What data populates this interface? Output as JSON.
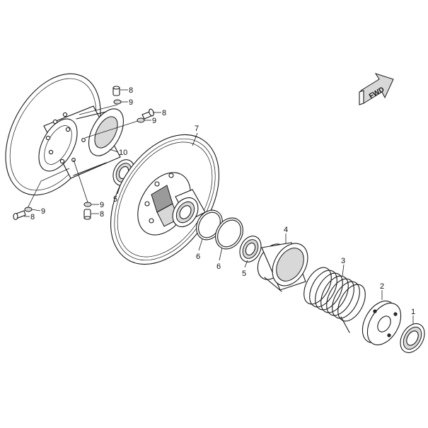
{
  "fwd_label": "FWD",
  "callouts": {
    "c1": "1",
    "c2": "2",
    "c3": "3",
    "c4": "4",
    "c5a": "5",
    "c5b": "5",
    "c6a": "6",
    "c6b": "6",
    "c7": "7",
    "c8a": "8",
    "c8b": "8",
    "c8c": "8",
    "c8d": "8",
    "c9a": "9",
    "c9b": "9",
    "c9c": "9",
    "c9d": "9",
    "c10": "10"
  },
  "colors": {
    "line": "#1a1a1a",
    "shade": "#d8d8d8",
    "dark_shade": "#9a9a9a",
    "background": "#ffffff"
  }
}
